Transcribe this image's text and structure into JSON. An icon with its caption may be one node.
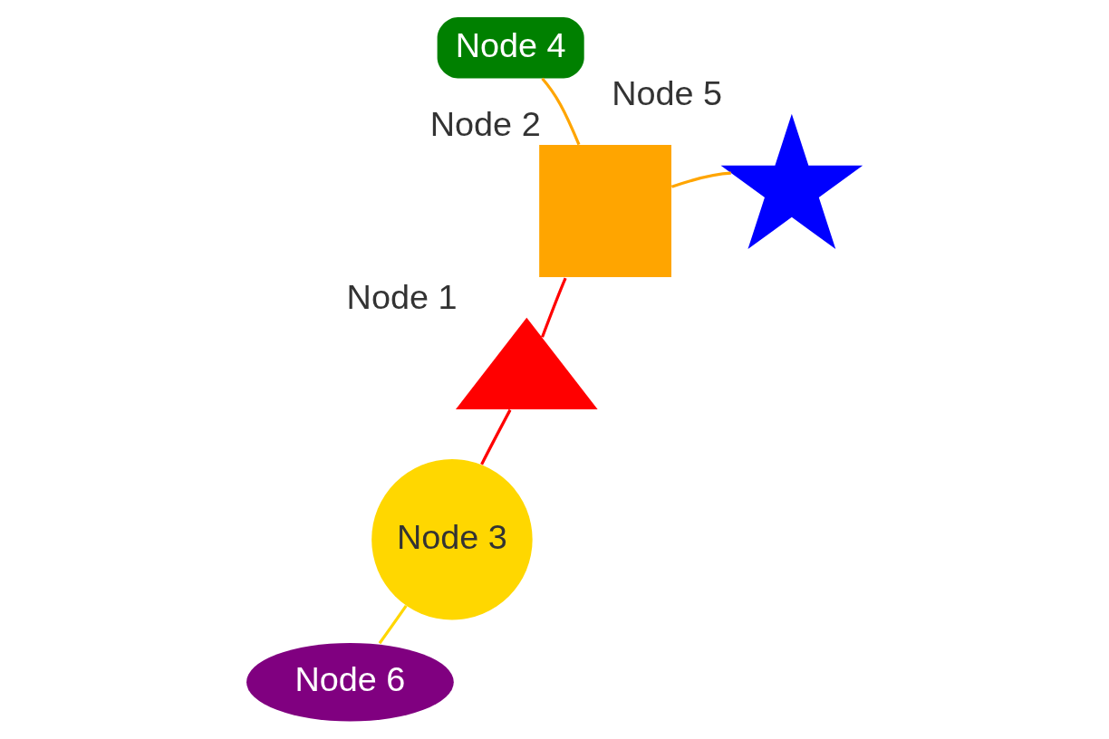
{
  "diagram": {
    "nodes": [
      {
        "text": [
          "Node 1"
        ]
      },
      {
        "text": [
          "Node 2"
        ]
      },
      {
        "text": [
          "Node 3"
        ]
      },
      {
        "text": [
          "Node 4"
        ]
      },
      {
        "text": [
          "Node 5"
        ]
      },
      {
        "text": [
          "Node 6"
        ]
      }
    ],
    "edges": [
      {
        "from": 1,
        "to": 0,
        "arrow": "none",
        "color": "#ff0000"
      },
      {
        "from": 0,
        "to": 2,
        "arrow": "none",
        "color": "#ff0000"
      },
      {
        "from": 1,
        "to": 4,
        "arrow": "none",
        "color": "#ffa500"
      },
      {
        "from": 1,
        "to": 3,
        "arrow": "none",
        "color": "#ffa500"
      },
      {
        "from": 2,
        "to": 5,
        "arrow": "none",
        "color": "#ffd700"
      }
    ]
  }
}
